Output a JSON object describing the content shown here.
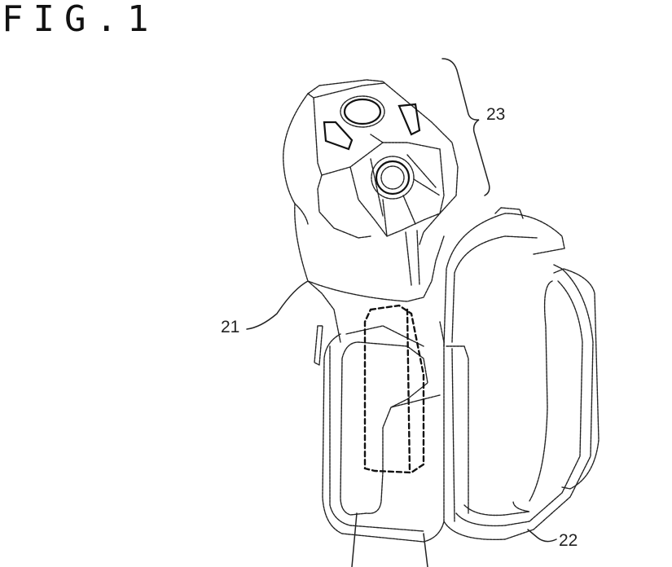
{
  "figure": {
    "title": "FIG.1",
    "subject": "hand-held controller with strap",
    "labels": [
      {
        "id": "21",
        "text": "21",
        "refers_to": "controller body"
      },
      {
        "id": "22",
        "text": "22",
        "refers_to": "strap"
      },
      {
        "id": "23",
        "text": "23",
        "refers_to": "operation section (head)"
      }
    ],
    "colors": {
      "line": "#222222",
      "background": "#ffffff"
    }
  }
}
